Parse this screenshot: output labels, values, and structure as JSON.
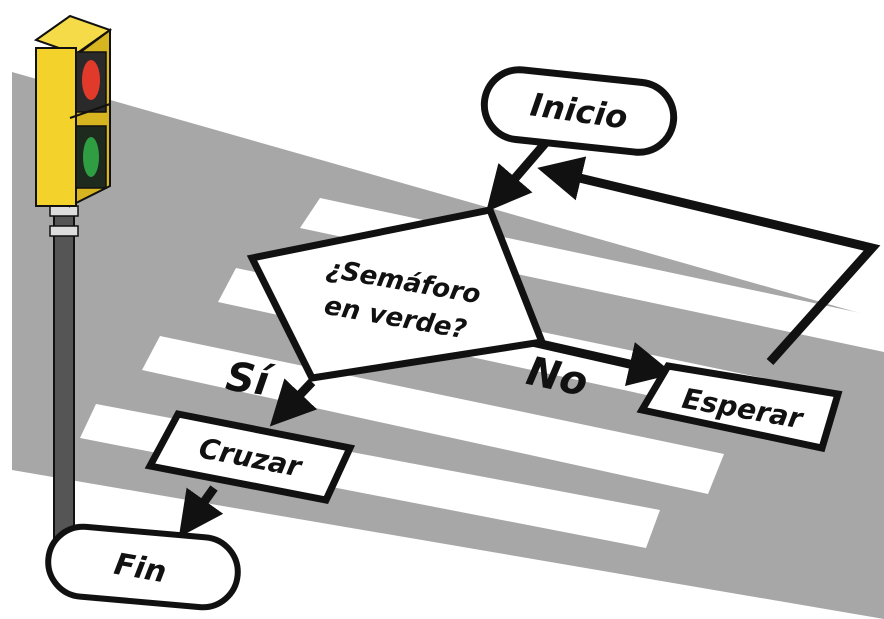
{
  "nodes": {
    "inicio": "Inicio",
    "decision_line1": "¿Semáforo",
    "decision_line2": "en verde?",
    "cruzar": "Cruzar",
    "esperar": "Esperar",
    "fin": "Fin"
  },
  "edges": {
    "yes_label": "Sí",
    "no_label": "No"
  },
  "colors": {
    "road": "#a7a7a7",
    "stripe": "#ffffff",
    "outline": "#111111",
    "signal_housing": "#f2d22b",
    "signal_red": "#e23a2a",
    "signal_green": "#2f9e43",
    "pole": "#555555"
  }
}
